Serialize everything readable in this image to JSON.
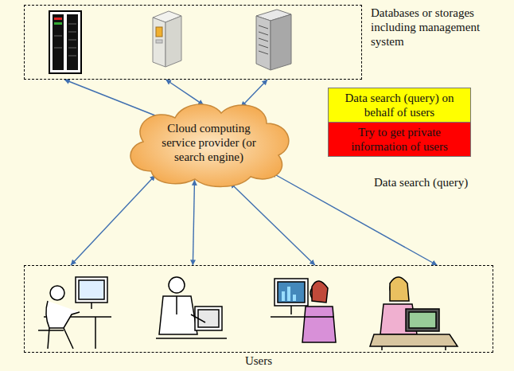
{
  "diagram": {
    "nodes": [
      {
        "text": [
          "Databases or storages including management system"
        ]
      },
      {
        "text": [
          "Cloud computing service provider (or search engine)"
        ]
      },
      {
        "text": [
          "Data search (query) on behalf of users"
        ]
      },
      {
        "text": [
          "Try to get private information of users"
        ]
      },
      {
        "text": [
          "Users"
        ]
      }
    ],
    "edges": [
      {
        "from": 1,
        "to": 0,
        "arrow": "both"
      },
      {
        "from": 1,
        "to": 0,
        "arrow": "both"
      },
      {
        "from": 1,
        "to": 0,
        "arrow": "both"
      },
      {
        "from": 1,
        "to": 4,
        "arrow": "both"
      },
      {
        "from": 1,
        "to": 4,
        "arrow": "both"
      },
      {
        "from": 1,
        "to": 4,
        "arrow": "both"
      },
      {
        "from": 1,
        "to": 4,
        "arrow": "both"
      }
    ],
    "labels": [
      "Data search (query)"
    ]
  }
}
